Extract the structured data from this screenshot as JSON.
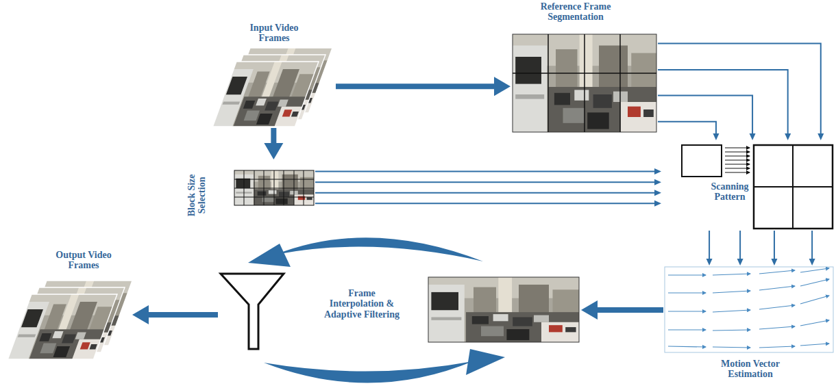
{
  "diagram": {
    "nodes": [
      {
        "text": [
          "Input Video Frames"
        ]
      },
      {
        "text": [
          "Reference Frame Segmentation"
        ]
      },
      {
        "text": [
          "Block Size Selection"
        ]
      },
      {
        "text": [
          "Scanning Pattern"
        ]
      },
      {
        "text": [
          "Motion Vector Estimation"
        ]
      },
      {
        "text": [
          "Frame Interpolation & Adaptive Filtering"
        ]
      },
      {
        "text": [
          "Output Video Frames"
        ]
      }
    ],
    "edges": [
      {
        "from": 0,
        "to": 1,
        "arrow": "to"
      },
      {
        "from": 0,
        "to": 2,
        "arrow": "to"
      },
      {
        "from": 1,
        "to": 3,
        "arrow": "to"
      },
      {
        "from": 1,
        "to": 3,
        "arrow": "to"
      },
      {
        "from": 1,
        "to": 3,
        "arrow": "to"
      },
      {
        "from": 1,
        "to": 3,
        "arrow": "to"
      },
      {
        "from": 2,
        "to": 3,
        "arrow": "to"
      },
      {
        "from": 2,
        "to": 3,
        "arrow": "to"
      },
      {
        "from": 2,
        "to": 3,
        "arrow": "to"
      },
      {
        "from": 2,
        "to": 3,
        "arrow": "to"
      },
      {
        "from": 3,
        "to": 4,
        "arrow": "to"
      },
      {
        "from": 3,
        "to": 4,
        "arrow": "to"
      },
      {
        "from": 3,
        "to": 4,
        "arrow": "to"
      },
      {
        "from": 3,
        "to": 4,
        "arrow": "to"
      },
      {
        "from": 4,
        "to": 5,
        "arrow": "to"
      },
      {
        "from": 5,
        "to": 6,
        "arrow": "to"
      }
    ]
  }
}
